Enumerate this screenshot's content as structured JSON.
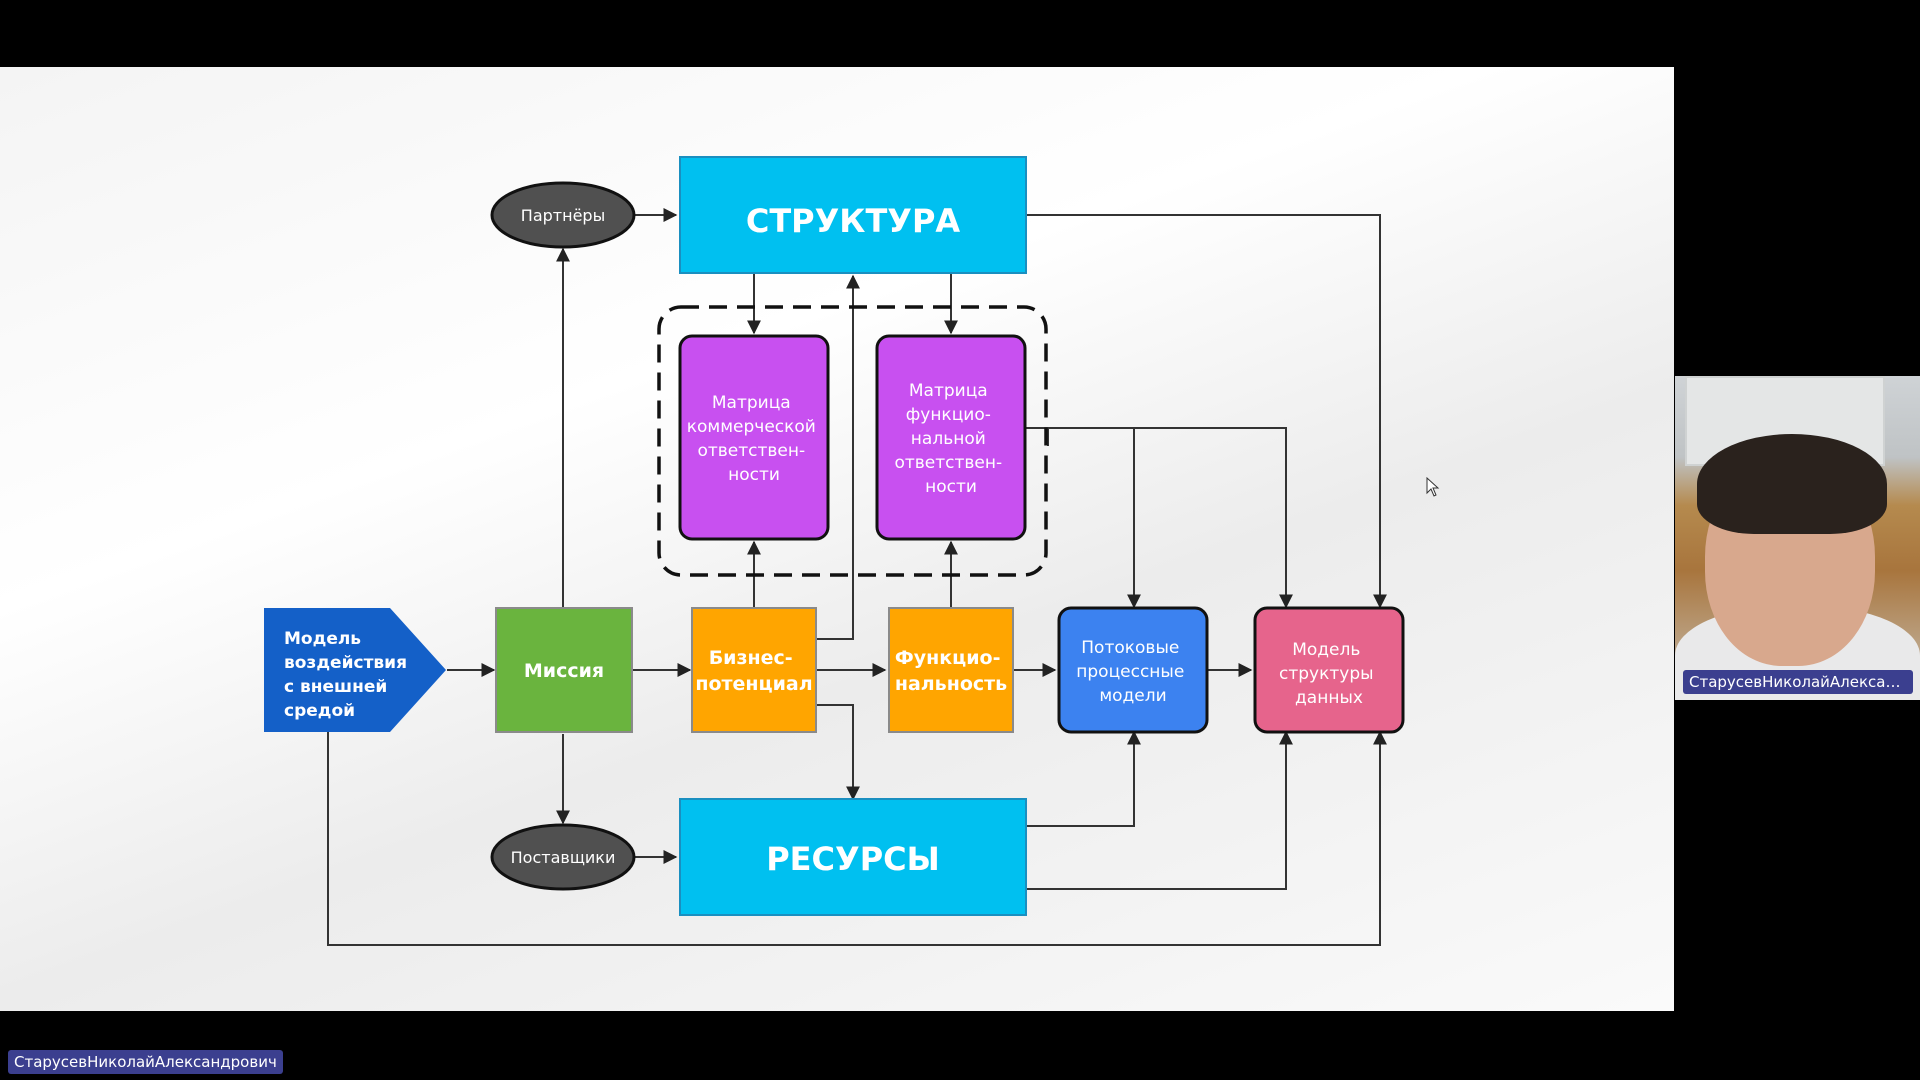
{
  "diagram": {
    "structure": "СТРУКТУРА",
    "resources": "РЕСУРСЫ",
    "partners": "Партнёры",
    "suppliers": "Поставщики",
    "environment_model": [
      "Модель",
      "воздействия",
      "с внешней",
      "средой"
    ],
    "mission": "Миссия",
    "business_potential": [
      "Бизнес-",
      "потенциал"
    ],
    "functionality": [
      "Функцио-",
      "нальность"
    ],
    "flow_models": [
      "Потоковые",
      "процессные",
      "модели"
    ],
    "data_model": [
      "Модель",
      "структуры",
      "данных"
    ],
    "commercial_matrix": [
      "Матрица",
      "коммерческой",
      "ответствен-",
      "ности"
    ],
    "functional_matrix": [
      "Матрица",
      "функцио-",
      "нальной",
      "ответствен-",
      "ности"
    ]
  },
  "colors": {
    "structure": "#00c0f0",
    "resources": "#00c0f0",
    "oval": "#505050",
    "environment": "#1460c8",
    "mission": "#6ab43e",
    "orange": "#ffa500",
    "purple": "#c850f0",
    "flow": "#3c82f0",
    "data": "#e6648c"
  },
  "participants": {
    "tile_name": "СтарусевНиколайАлексан...",
    "self_name": "СтарусевНиколайАлександрович"
  }
}
